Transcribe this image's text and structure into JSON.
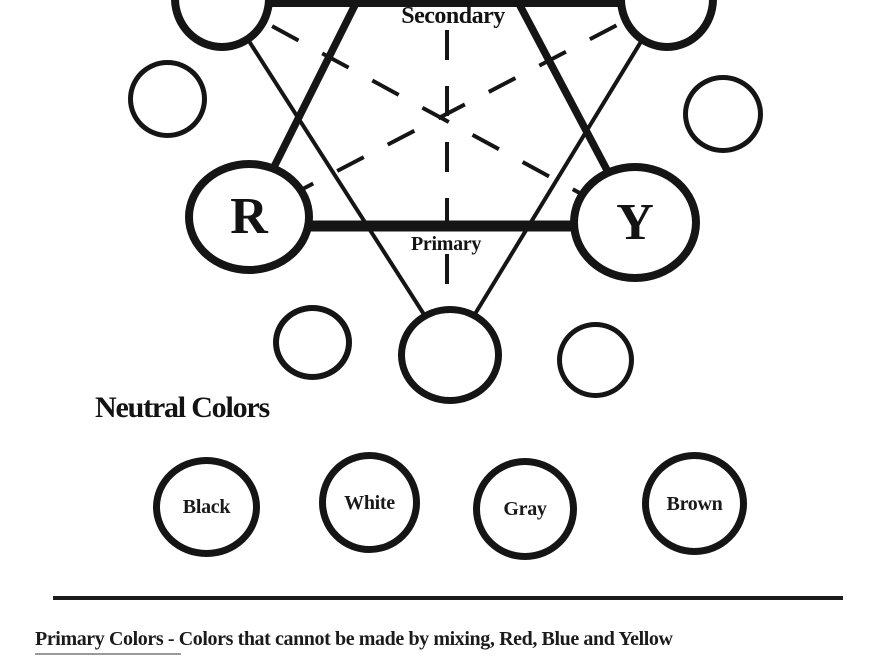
{
  "page": {
    "background": "#ffffff",
    "ink": "#151515"
  },
  "color_wheel": {
    "secondary_label": "Secondary",
    "primary_label": "Primary",
    "left_primary_letter": "R",
    "right_primary_letter": "Y"
  },
  "neutral_colors": {
    "heading": "Neutral Colors",
    "labels": [
      "Black",
      "White",
      "Gray",
      "Brown"
    ]
  },
  "footer": {
    "definition": "Primary Colors - Colors that cannot be made by mixing, Red, Blue and Yellow"
  }
}
